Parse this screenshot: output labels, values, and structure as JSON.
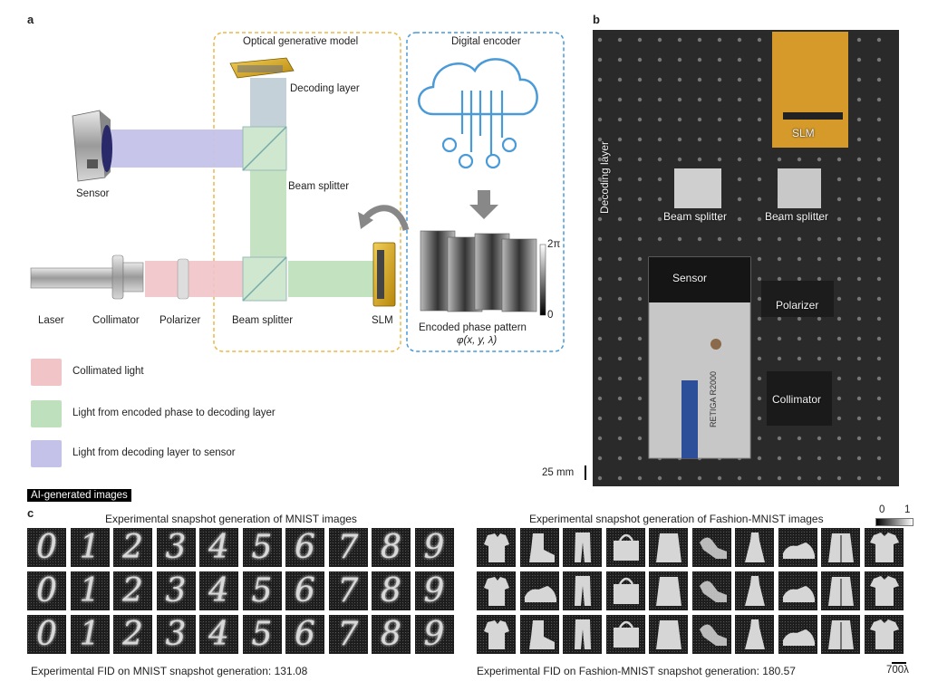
{
  "panel_a": {
    "letter": "a",
    "optical_model_title": "Optical generative model",
    "digital_encoder_title": "Digital encoder",
    "labels": {
      "decoding_layer": "Decoding layer",
      "sensor": "Sensor",
      "beam_splitter_upper": "Beam splitter",
      "beam_splitter_lower": "Beam splitter",
      "laser": "Laser",
      "collimator": "Collimator",
      "polarizer": "Polarizer",
      "slm": "SLM",
      "encoded_phase_pattern": "Encoded phase pattern",
      "phase_formula": "φ(x, y, λ)",
      "scale_top": "2π",
      "scale_bottom": "0"
    },
    "legend": [
      {
        "label": "Collimated light",
        "color": "#f1c4c8"
      },
      {
        "label": "Light from encoded phase to decoding layer",
        "color": "#bfe0bd"
      },
      {
        "label": "Light from decoding layer to sensor",
        "color": "#c5c2ea"
      }
    ],
    "colors": {
      "optical_box": "#e8b84a",
      "encoder_box": "#4a9ad8",
      "cloud": "#4a9ad8"
    }
  },
  "panel_b": {
    "letter": "b",
    "labels": {
      "slm": "SLM",
      "decoding_layer": "Decoding layer",
      "beam_splitter_left": "Beam splitter",
      "beam_splitter_right": "Beam splitter",
      "sensor": "Sensor",
      "polarizer": "Polarizer",
      "collimator": "Collimator",
      "camera_brand": "RETIGA R2000",
      "scale_bar": "25 mm"
    }
  },
  "banner": "AI-generated images",
  "panel_c": {
    "letter": "c",
    "mnist": {
      "title": "Experimental snapshot generation of MNIST images",
      "rows": [
        [
          "0",
          "1",
          "2",
          "3",
          "4",
          "5",
          "6",
          "7",
          "8",
          "9"
        ],
        [
          "0",
          "1",
          "2",
          "3",
          "4",
          "5",
          "6",
          "7",
          "8",
          "9"
        ],
        [
          "0",
          "1",
          "2",
          "3",
          "4",
          "5",
          "6",
          "7",
          "8",
          "9"
        ]
      ],
      "fid": "Experimental FID on MNIST snapshot generation: 131.08"
    },
    "fashion": {
      "title": "Experimental snapshot generation of Fashion-MNIST images",
      "rows": [
        [
          "shirt",
          "boot",
          "trouser",
          "bag",
          "pullover",
          "sandal",
          "dress",
          "sneaker",
          "coat",
          "tshirt"
        ],
        [
          "shirt",
          "sneaker",
          "trouser",
          "bag",
          "pullover",
          "sandal",
          "dress",
          "sneaker",
          "coat",
          "tshirt"
        ],
        [
          "shirt",
          "boot",
          "trouser",
          "bag",
          "pullover",
          "sandal",
          "dress",
          "sneaker",
          "coat",
          "tshirt"
        ]
      ],
      "fid": "Experimental FID on Fashion-MNIST snapshot generation: 180.57",
      "colorbar_min": "0",
      "colorbar_max": "1",
      "scale_label": "700λ"
    }
  }
}
